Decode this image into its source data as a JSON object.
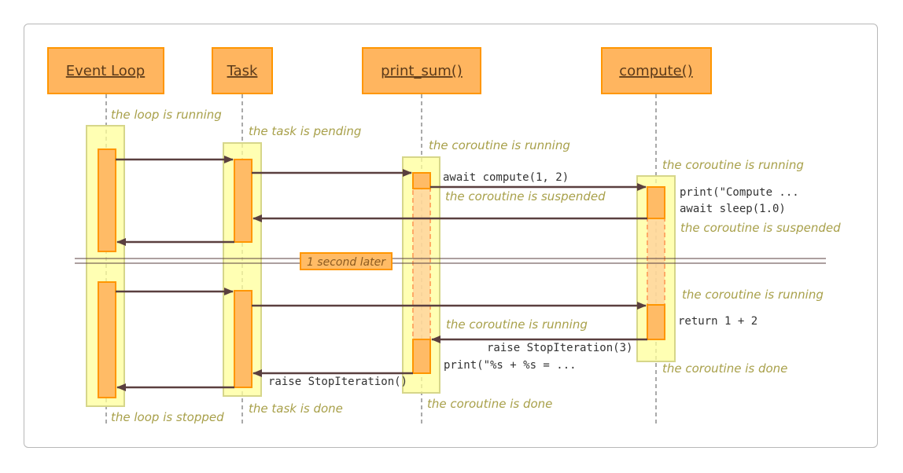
{
  "actors": {
    "event_loop": "Event Loop",
    "task": "Task",
    "print_sum": "print_sum()",
    "compute": "compute()"
  },
  "states": {
    "loop_running": "the loop is running",
    "loop_stopped": "the loop is stopped",
    "task_pending": "the task is pending",
    "task_done": "the task is done",
    "print_sum_running_1": "the coroutine is running",
    "print_sum_suspended": "the coroutine is suspended",
    "print_sum_running_2": "the coroutine is running",
    "print_sum_done": "the coroutine is done",
    "compute_running_1": "the coroutine is running",
    "compute_suspended": "the coroutine is suspended",
    "compute_running_2": "the coroutine is running",
    "compute_done": "the coroutine is done"
  },
  "messages": {
    "await_compute": "await compute(1, 2)",
    "print_compute": "print(\"Compute ...",
    "await_sleep": "await sleep(1.0)",
    "return_sum": "return 1 + 2",
    "raise_stop_compute": "raise StopIteration(3)",
    "print_result": "print(\"%s + %s = ...",
    "raise_stop_task": "raise StopIteration()"
  },
  "separator": {
    "label": "1 second later"
  },
  "colors": {
    "actor_fill": "#ffb55f",
    "actor_border": "#ff9600",
    "state_fill": "#ffff99",
    "state_border": "#d6d68a",
    "activation_fill": "#ffbb66",
    "arrow": "#5a3f3f",
    "state_text": "#a8a04a"
  }
}
